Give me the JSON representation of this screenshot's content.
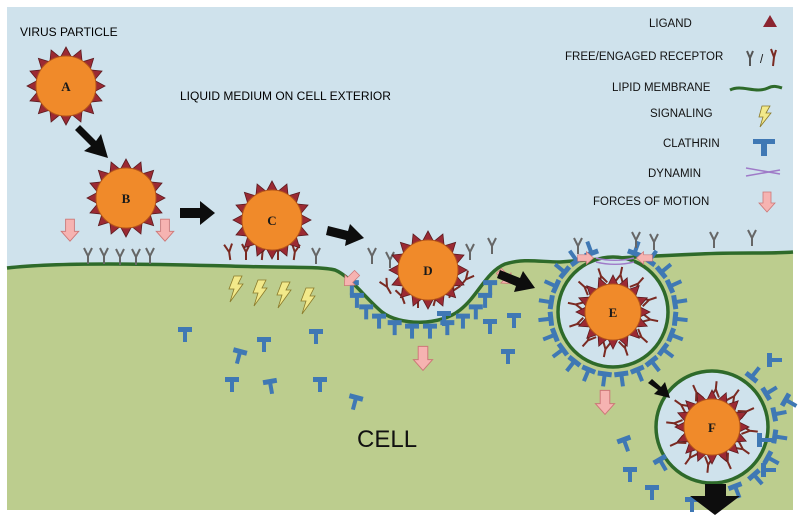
{
  "diagram": {
    "virus_label": "VIRUS PARTICLE",
    "medium_label": "LIQUID MEDIUM ON CELL EXTERIOR",
    "cell_label": "CELL",
    "stages": [
      "A",
      "B",
      "C",
      "D",
      "E",
      "F"
    ]
  },
  "legend": {
    "items": [
      {
        "label": "LIGAND",
        "icon": "triangle-icon"
      },
      {
        "label": "FREE/ENGAGED RECEPTOR",
        "icon": "receptor-icon"
      },
      {
        "label": "LIPID MEMBRANE",
        "icon": "membrane-icon"
      },
      {
        "label": "SIGNALING",
        "icon": "lightning-icon"
      },
      {
        "label": "CLATHRIN",
        "icon": "clathrin-icon"
      },
      {
        "label": "DYNAMIN",
        "icon": "dynamin-icon"
      },
      {
        "label": "FORCES OF MOTION",
        "icon": "force-arrow-icon"
      }
    ],
    "receptor_separator": "/"
  },
  "colors": {
    "medium": "#cfe2ec",
    "cell": "#bccd8e",
    "membrane": "#2e6a2a",
    "virus": "#f08a2a",
    "spike": "#9b2a33",
    "clathrin": "#3f78b4",
    "force": "#f6b3b1",
    "bolt": "#f2e98a"
  }
}
